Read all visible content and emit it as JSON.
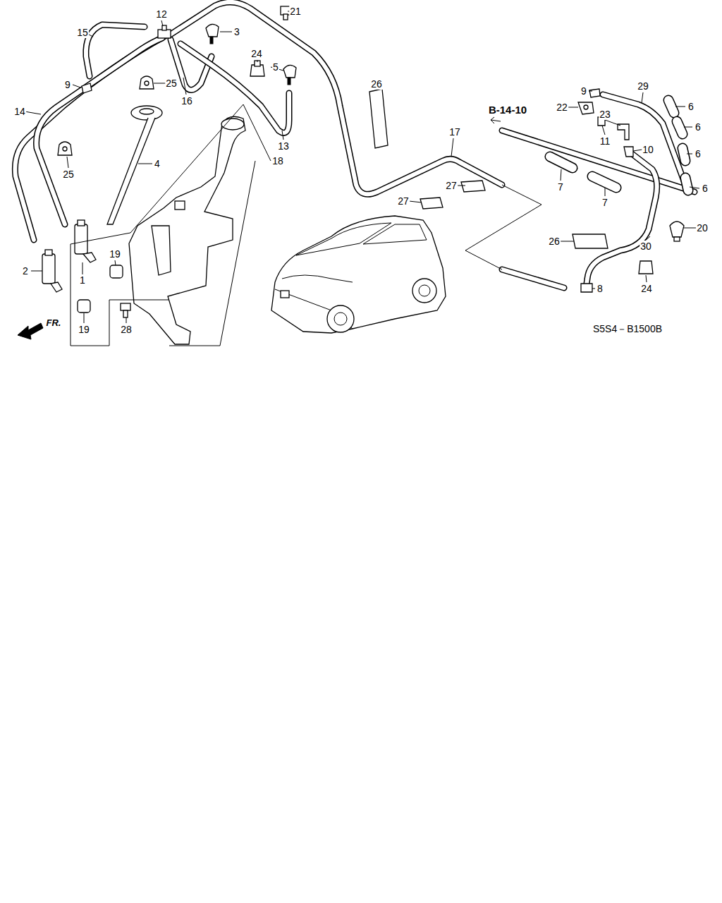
{
  "diagram": {
    "labels": [
      "12",
      "21",
      "15",
      "3",
      "24",
      "5",
      "9",
      "25",
      "26",
      "29",
      "9",
      "16",
      "22",
      "B-14-10",
      "6",
      "14",
      "23",
      "6",
      "13",
      "17",
      "11",
      "10",
      "25",
      "4",
      "18",
      "6",
      "27",
      "6",
      "27",
      "7",
      "7",
      "20",
      "26",
      "30",
      "19",
      "2",
      "1",
      "8",
      "24",
      "19",
      "28",
      "FR.",
      "S5S4－B1500B"
    ]
  }
}
